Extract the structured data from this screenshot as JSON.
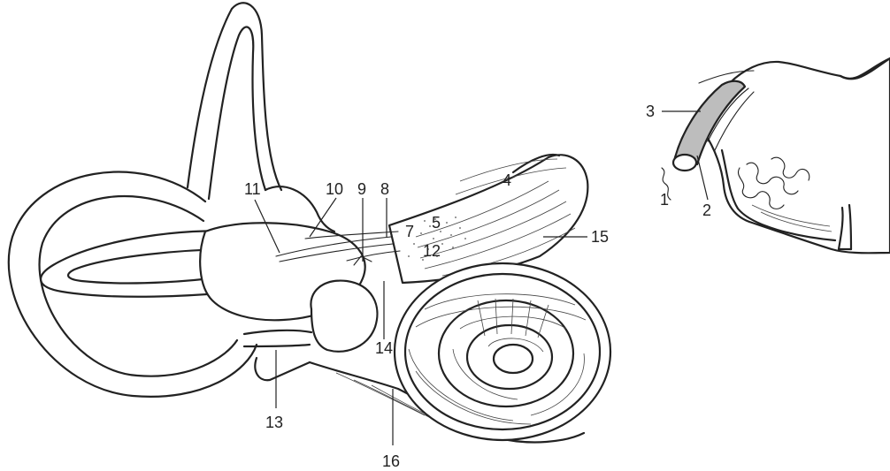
{
  "labels": {
    "l1": "1",
    "l2": "2",
    "l3": "3",
    "l4": "4",
    "l5": "5",
    "l7": "7",
    "l8": "8",
    "l9": "9",
    "l10": "10",
    "l11": "11",
    "l12": "12",
    "l13": "13",
    "l14": "14",
    "l15": "15",
    "l16": "16"
  }
}
